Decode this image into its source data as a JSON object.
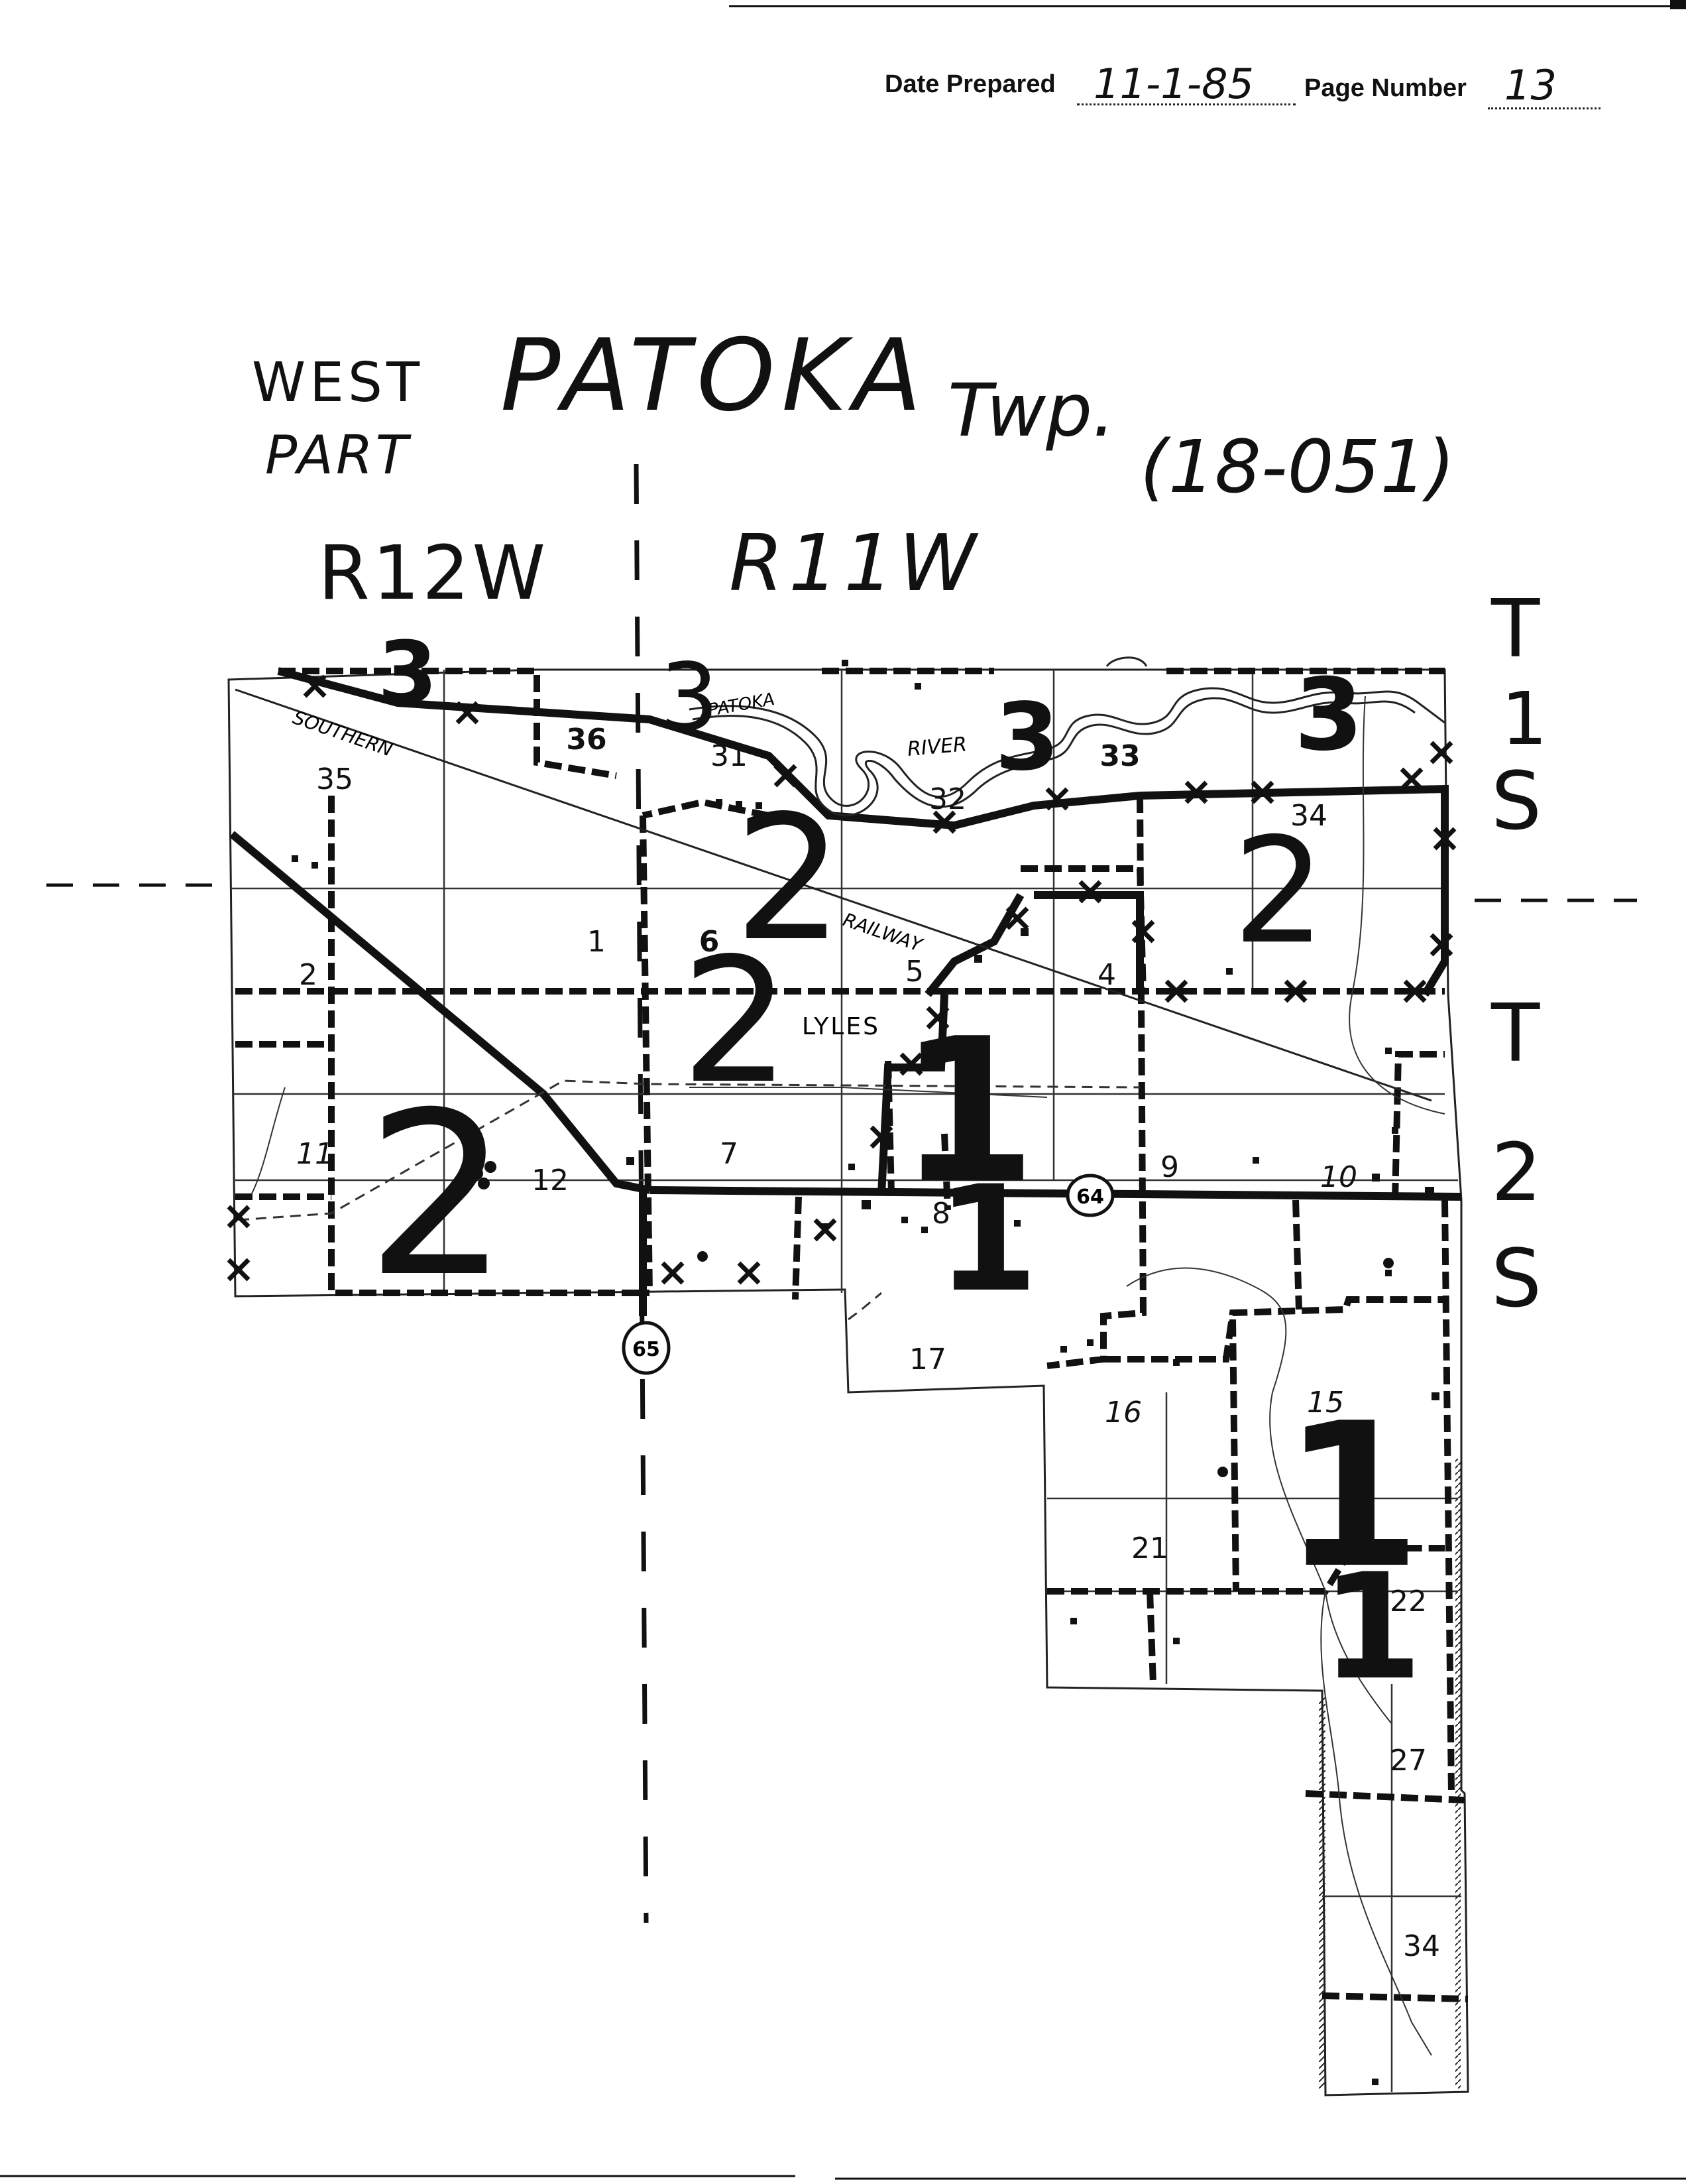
{
  "header": {
    "date_label": "Date Prepared",
    "date_value": "11-1-85",
    "page_label": "Page Number",
    "page_value": "13"
  },
  "title": {
    "west": "WEST",
    "part": "PART",
    "name": "PATOKA",
    "twp": "Twp.",
    "code": "(18-051)"
  },
  "ranges": {
    "left": "R12W",
    "right": "R11W"
  },
  "townships": {
    "t1s": [
      "T",
      "1",
      "S"
    ],
    "t2s": [
      "T",
      "2",
      "S"
    ]
  },
  "map": {
    "feature_labels": {
      "southern": "SOUTHERN",
      "railway": "RAILWAY",
      "patoka": "PATOKA",
      "river": "RIVER",
      "town": "LYLES",
      "route_64": "64",
      "route_65": "65"
    },
    "sections": [
      "35",
      "36",
      "31",
      "32",
      "33",
      "34",
      "1",
      "6",
      "5",
      "4",
      "2",
      "11",
      "12",
      "7",
      "8",
      "9",
      "10",
      "17",
      "16",
      "15",
      "21",
      "22",
      "27",
      "34"
    ],
    "priority_marks": [
      "3",
      "3",
      "3",
      "3",
      "2",
      "2",
      "2",
      "2",
      "1",
      "1",
      "1",
      "1"
    ]
  }
}
